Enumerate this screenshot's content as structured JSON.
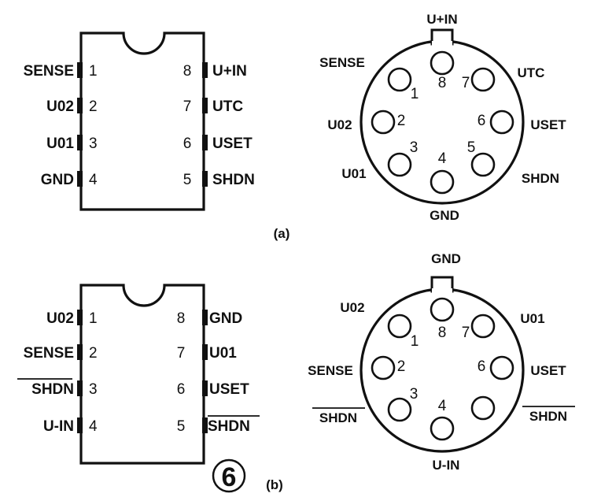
{
  "figure_number": "6",
  "panel_a": {
    "caption": "(a)",
    "dip_left": [
      {
        "label": "SENSE",
        "num": "1"
      },
      {
        "label": "U02",
        "num": "2"
      },
      {
        "label": "U01",
        "num": "3"
      },
      {
        "label": "GND",
        "num": "4"
      }
    ],
    "dip_right": [
      {
        "label": "U+IN",
        "num": "8"
      },
      {
        "label": "UTC",
        "num": "7"
      },
      {
        "label": "USET",
        "num": "6"
      },
      {
        "label": "SHDN",
        "num": "5"
      }
    ],
    "round": {
      "top_label": "U+IN",
      "bottom_label": "GND",
      "pins": [
        {
          "num": "1",
          "label": "SENSE"
        },
        {
          "num": "2",
          "label": "U02"
        },
        {
          "num": "3",
          "label": "U01"
        },
        {
          "num": "4",
          "label": "GND"
        },
        {
          "num": "5",
          "label": "SHDN"
        },
        {
          "num": "6",
          "label": "USET"
        },
        {
          "num": "7",
          "label": "UTC"
        },
        {
          "num": "8",
          "label": "U+IN"
        }
      ]
    }
  },
  "panel_b": {
    "caption": "(b)",
    "dip_left": [
      {
        "label": "U02",
        "num": "1"
      },
      {
        "label": "SENSE",
        "num": "2"
      },
      {
        "label": "SHDN",
        "num": "3"
      },
      {
        "label": "U-IN",
        "num": "4"
      }
    ],
    "dip_right": [
      {
        "label": "GND",
        "num": "8"
      },
      {
        "label": "U01",
        "num": "7"
      },
      {
        "label": "USET",
        "num": "6"
      },
      {
        "label": "SHDN",
        "num": "5"
      }
    ],
    "round": {
      "top_label": "GND",
      "bottom_label": "U-IN",
      "pins": [
        {
          "num": "1",
          "label": "U02"
        },
        {
          "num": "2",
          "label": "SENSE"
        },
        {
          "num": "3",
          "label": "SHDN"
        },
        {
          "num": "4",
          "label": "U-IN"
        },
        {
          "num": "5",
          "label": "SHDN"
        },
        {
          "num": "6",
          "label": "USET"
        },
        {
          "num": "7",
          "label": "U01"
        },
        {
          "num": "8",
          "label": "GND"
        }
      ]
    }
  }
}
